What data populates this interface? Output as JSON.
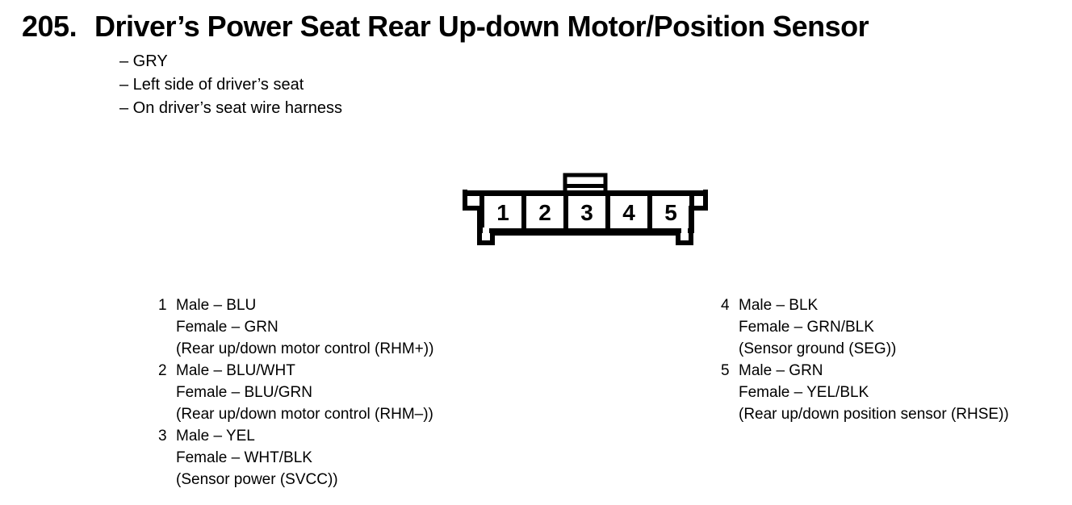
{
  "page": {
    "item_number": "205.",
    "title": "Driver’s Power Seat Rear Up-down Motor/Position Sensor",
    "notes": [
      "– GRY",
      "– Left side of driver’s seat",
      "– On driver’s seat wire harness"
    ]
  },
  "connector": {
    "cavities": [
      "1",
      "2",
      "3",
      "4",
      "5"
    ]
  },
  "pins": {
    "left": [
      {
        "number": "1",
        "lines": [
          "Male – BLU",
          "Female – GRN",
          "(Rear up/down motor control (RHM+))"
        ]
      },
      {
        "number": "2",
        "lines": [
          "Male – BLU/WHT",
          "Female – BLU/GRN",
          "(Rear up/down motor control (RHM–))"
        ]
      },
      {
        "number": "3",
        "lines": [
          "Male – YEL",
          "Female – WHT/BLK",
          "(Sensor power (SVCC))"
        ]
      }
    ],
    "right": [
      {
        "number": "4",
        "lines": [
          "Male – BLK",
          "Female – GRN/BLK",
          "(Sensor ground (SEG))"
        ]
      },
      {
        "number": "5",
        "lines": [
          "Male – GRN",
          "Female – YEL/BLK",
          "(Rear up/down position sensor (RHSE))"
        ]
      }
    ]
  },
  "colors": {
    "ink": "#000000",
    "paper": "#ffffff"
  }
}
